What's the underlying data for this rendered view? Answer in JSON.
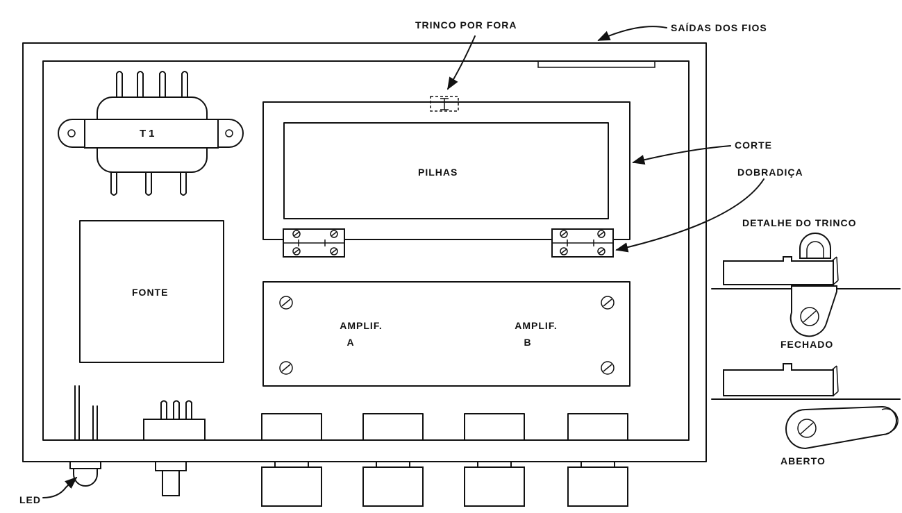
{
  "labels": {
    "trinco_por_fora": "TRINCO POR FORA",
    "saidas_dos_fios": "SAÍDAS DOS FIOS",
    "t1": "T1",
    "pilhas": "PILHAS",
    "corte": "CORTE",
    "dobradica": "DOBRADIÇA",
    "detalhe_do_trinco": "DETALHE DO TRINCO",
    "fonte": "FONTE",
    "amplif_a_line1": "AMPLIF.",
    "amplif_a_line2": "A",
    "amplif_b_line1": "AMPLIF.",
    "amplif_b_line2": "B",
    "fechado": "FECHADO",
    "aberto": "ABERTO",
    "led": "LED"
  },
  "colors": {
    "ink": "#111111",
    "paper": "#ffffff"
  }
}
